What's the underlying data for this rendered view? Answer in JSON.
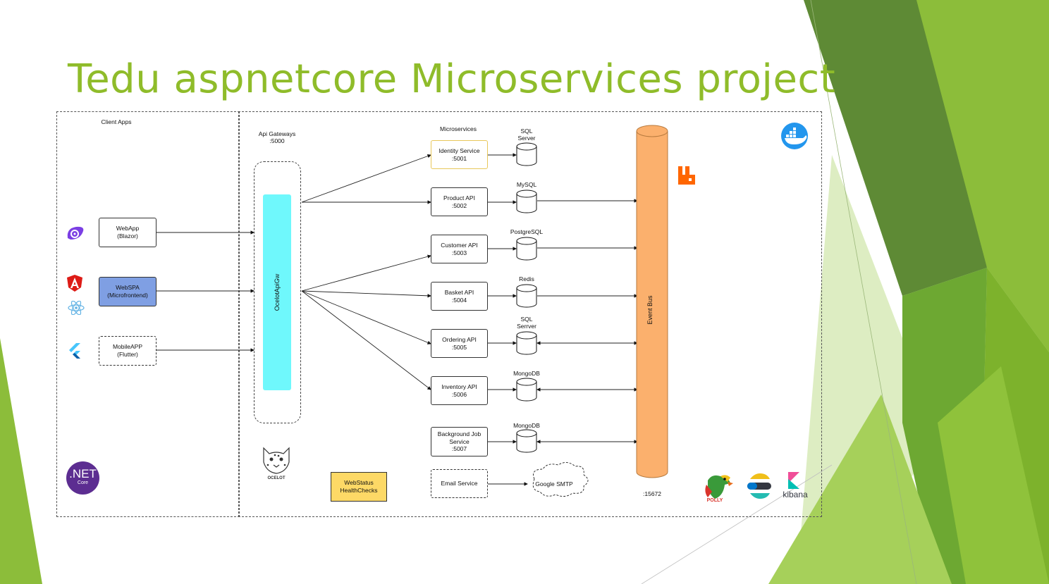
{
  "slide": {
    "title": "Tedu aspnetcore Microservices project",
    "theme_color": "#8fbc2a"
  },
  "diagram": {
    "client_apps_label": "Client Apps",
    "api_gateways_label": "Api Gateways\n:5000",
    "microservices_label": "Microservices",
    "gateway_name": "OcelotApiGw",
    "event_bus_label": "Event Bus",
    "event_bus_port": ":15672",
    "clients": [
      {
        "label": "WebApp\n(Blazor)",
        "icon": "blazor-icon"
      },
      {
        "label": "WebSPA\n(Microfrontend)",
        "icon": "angular-icon"
      },
      {
        "label": "MobileAPP\n(Flutter)",
        "icon": "flutter-icon"
      }
    ],
    "services": [
      {
        "label": "Identity Service\n:5001",
        "db": "SQL\nServer"
      },
      {
        "label": "Product API\n:5002",
        "db": "MySQL"
      },
      {
        "label": "Customer API\n:5003",
        "db": "PostgreSQL"
      },
      {
        "label": "Basket API\n:5004",
        "db": "Redis"
      },
      {
        "label": "Ordering API\n:5005",
        "db": "SQL\nSerrver"
      },
      {
        "label": "Inventory API\n:5006",
        "db": "MongoDB"
      },
      {
        "label": "Background Job\nService\n:5007",
        "db": "MongoDB"
      }
    ],
    "email_service": "Email Service",
    "google_smtp": "Google SMTP",
    "webstatus": "WebStatus\nHealthChecks",
    "dotnet_logo": ".NET",
    "dotnet_sub": "Core",
    "ocelot_text": "OCELOT",
    "polly_text": "POLLY",
    "kibana_text": "kibana",
    "icons": [
      "blazor-icon",
      "angular-icon",
      "react-icon",
      "flutter-icon",
      "dotnet-core-icon",
      "ocelot-icon",
      "docker-icon",
      "rabbitmq-icon",
      "polly-icon",
      "elastic-icon",
      "kibana-icon"
    ]
  }
}
